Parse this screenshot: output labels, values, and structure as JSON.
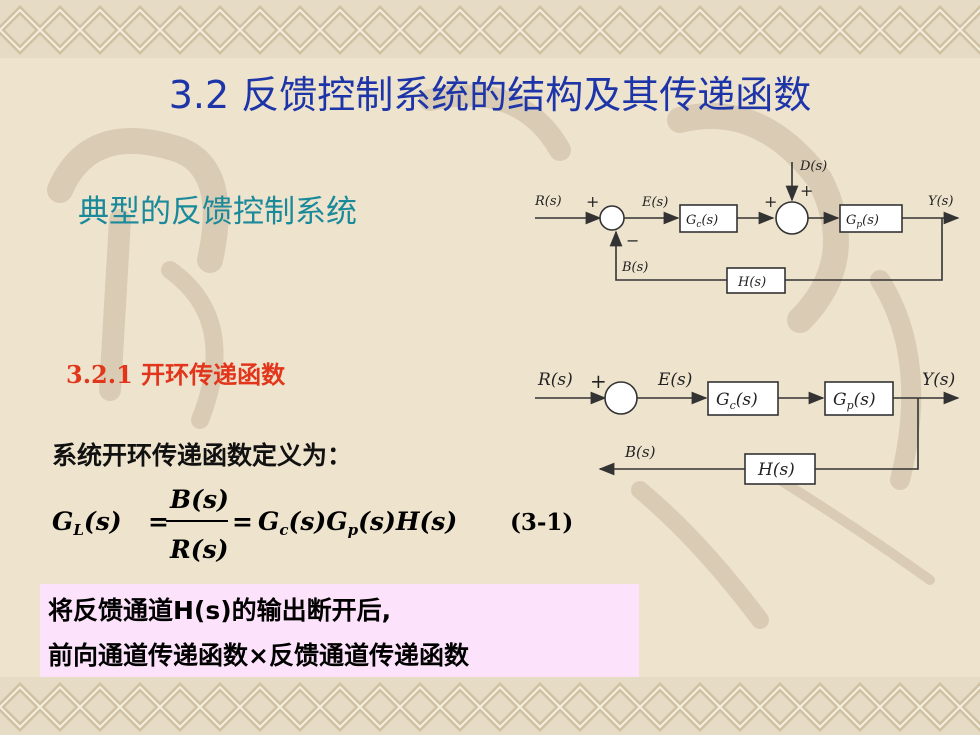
{
  "slide": {
    "title": "3.2 反馈控制系统的结构及其传递函数",
    "subtitle": "典型的反馈控制系统",
    "section": "3.2.1  开环传递函数",
    "definition": "系统开环传递函数定义为：",
    "equation_number": "(3-1)",
    "highlight": {
      "line1": "将反馈通道H(s)的输出断开后,",
      "line2": "前向通道传递函数×反馈通道传递函数"
    }
  },
  "formula": {
    "lhs_symbol": "G",
    "lhs_sub": "L",
    "lhs_arg": "(s)",
    "equals": "=",
    "numerator": "B(s)",
    "denominator": "R(s)",
    "rhs_g": "G",
    "rhs_c": "c",
    "rhs_s1": "(s)",
    "rhs_g2": "G",
    "rhs_p": "p",
    "rhs_s2": "(s)",
    "rhs_h": "H(s)"
  },
  "diagram1": {
    "input": "R(s)",
    "error": "E(s)",
    "controller": "G",
    "controller_sub": "c",
    "controller_arg": "(s)",
    "plant": "G",
    "plant_sub": "p",
    "plant_arg": "(s)",
    "feedback_block": "H(s)",
    "disturbance": "D(s)",
    "output": "Y(s)",
    "feedback_signal": "B(s)",
    "sum1_sign_plus": "+",
    "sum1_sign_minus": "−",
    "sum2_sign_plus1": "+",
    "sum2_sign_plus2": "+"
  },
  "diagram2": {
    "input": "R(s)",
    "error": "E(s)",
    "controller": "G",
    "controller_sub": "c",
    "controller_arg": "(s)",
    "plant": "G",
    "plant_sub": "p",
    "plant_arg": "(s)",
    "feedback_block": "H(s)",
    "output": "Y(s)",
    "feedback_signal": "B(s)",
    "sum_sign_plus": "+"
  },
  "colors": {
    "title": "#1d35a8",
    "subtitle": "#1a8a9b",
    "section": "#e2361c",
    "highlight_bg": "#fde2fb",
    "background": "#eee3cd"
  }
}
